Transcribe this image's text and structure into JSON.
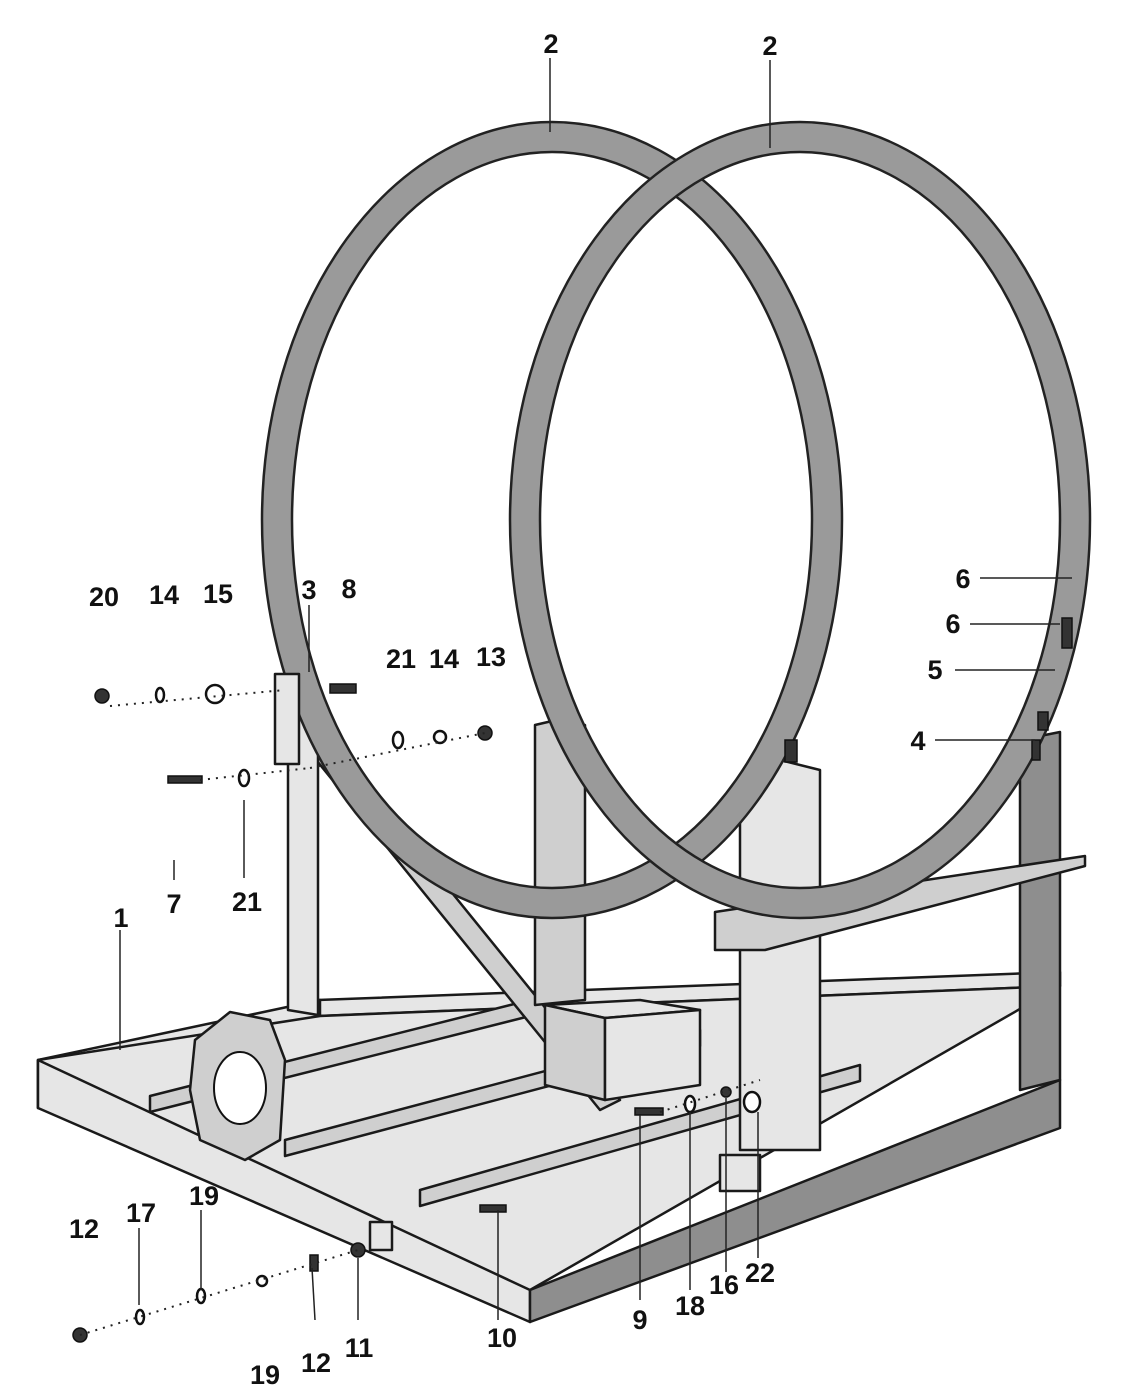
{
  "callouts": [
    {
      "id": "c2a",
      "text": "2"
    },
    {
      "id": "c2b",
      "text": "2"
    },
    {
      "id": "c6a",
      "text": "6"
    },
    {
      "id": "c6b",
      "text": "6"
    },
    {
      "id": "c5",
      "text": "5"
    },
    {
      "id": "c4",
      "text": "4"
    },
    {
      "id": "c20",
      "text": "20"
    },
    {
      "id": "c14a",
      "text": "14"
    },
    {
      "id": "c15",
      "text": "15"
    },
    {
      "id": "c3",
      "text": "3"
    },
    {
      "id": "c8",
      "text": "8"
    },
    {
      "id": "c21a",
      "text": "21"
    },
    {
      "id": "c14b",
      "text": "14"
    },
    {
      "id": "c13",
      "text": "13"
    },
    {
      "id": "c7",
      "text": "7"
    },
    {
      "id": "c21b",
      "text": "21"
    },
    {
      "id": "c1",
      "text": "1"
    },
    {
      "id": "c12a",
      "text": "12"
    },
    {
      "id": "c17",
      "text": "17"
    },
    {
      "id": "c19a",
      "text": "19"
    },
    {
      "id": "c19b",
      "text": "19"
    },
    {
      "id": "c12b",
      "text": "12"
    },
    {
      "id": "c11",
      "text": "11"
    },
    {
      "id": "c10",
      "text": "10"
    },
    {
      "id": "c9",
      "text": "9"
    },
    {
      "id": "c18",
      "text": "18"
    },
    {
      "id": "c16",
      "text": "16"
    },
    {
      "id": "c22",
      "text": "22"
    }
  ]
}
